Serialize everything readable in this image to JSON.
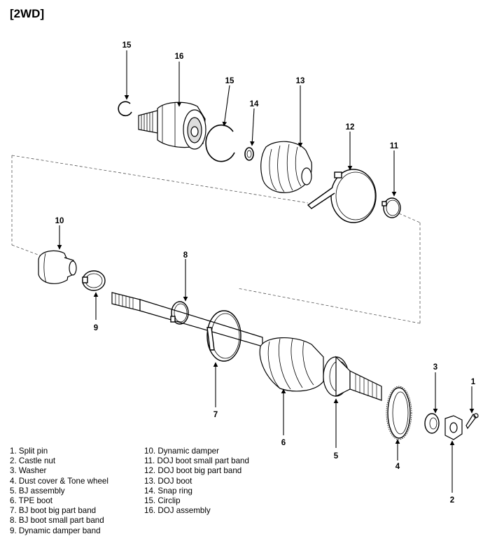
{
  "title": "[2WD]",
  "callouts": {
    "c1": "1",
    "c2": "2",
    "c3": "3",
    "c4": "4",
    "c5": "5",
    "c6": "6",
    "c7": "7",
    "c8": "8",
    "c9": "9",
    "c10": "10",
    "c11": "11",
    "c12": "12",
    "c13": "13",
    "c14": "14",
    "c15a": "15",
    "c15b": "15",
    "c16": "16"
  },
  "legend": [
    "1. Split pin",
    "2. Castle nut",
    "3. Washer",
    "4. Dust cover & Tone wheel",
    "5. BJ assembly",
    "6. TPE boot",
    "7. BJ boot big part band",
    "8. BJ boot small part band",
    "9. Dynamic damper band",
    "10. Dynamic damper",
    "11. DOJ boot small part band",
    "12. DOJ boot big part band",
    "13. DOJ boot",
    "14. Snap ring",
    "15. Circlip",
    "16. DOJ assembly"
  ]
}
